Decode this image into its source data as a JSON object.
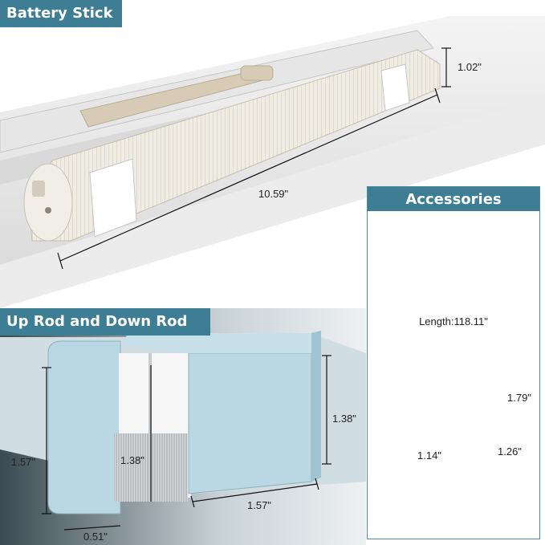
{
  "sections": {
    "battery": {
      "label": "Battery Stick"
    },
    "updown": {
      "label": "Up Rod and Down Rod"
    },
    "accessories": {
      "label": "Accessories"
    }
  },
  "dimensions": {
    "battery_height": "1.02\"",
    "battery_length": "10.59\"",
    "cable_length": "Length:118.11\"",
    "bracket_height": "1.79\"",
    "bracket_width_a": "1.14\"",
    "bracket_width_b": "1.26\"",
    "rod_height_outer": "1.57\"",
    "rod_height_inner": "1.38\"",
    "rod_height_right": "1.38\"",
    "rod_depth": "1.57\"",
    "rod_width": "0.51\""
  },
  "colors": {
    "accent": "#3d7e94",
    "rod_blue": "#b9d8e3",
    "screw_orange": "#f0a81e",
    "bracket_steel": "#9a9a9a"
  }
}
